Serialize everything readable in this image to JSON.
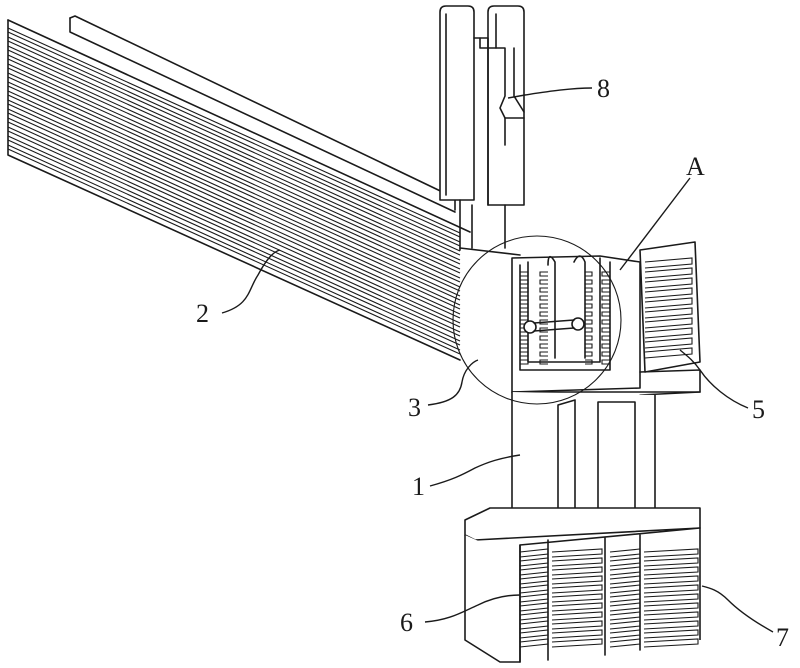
{
  "labels": {
    "l1": "1",
    "l2": "2",
    "l3": "3",
    "l5": "5",
    "l6": "6",
    "l7": "7",
    "l8": "8",
    "lA": "A"
  }
}
